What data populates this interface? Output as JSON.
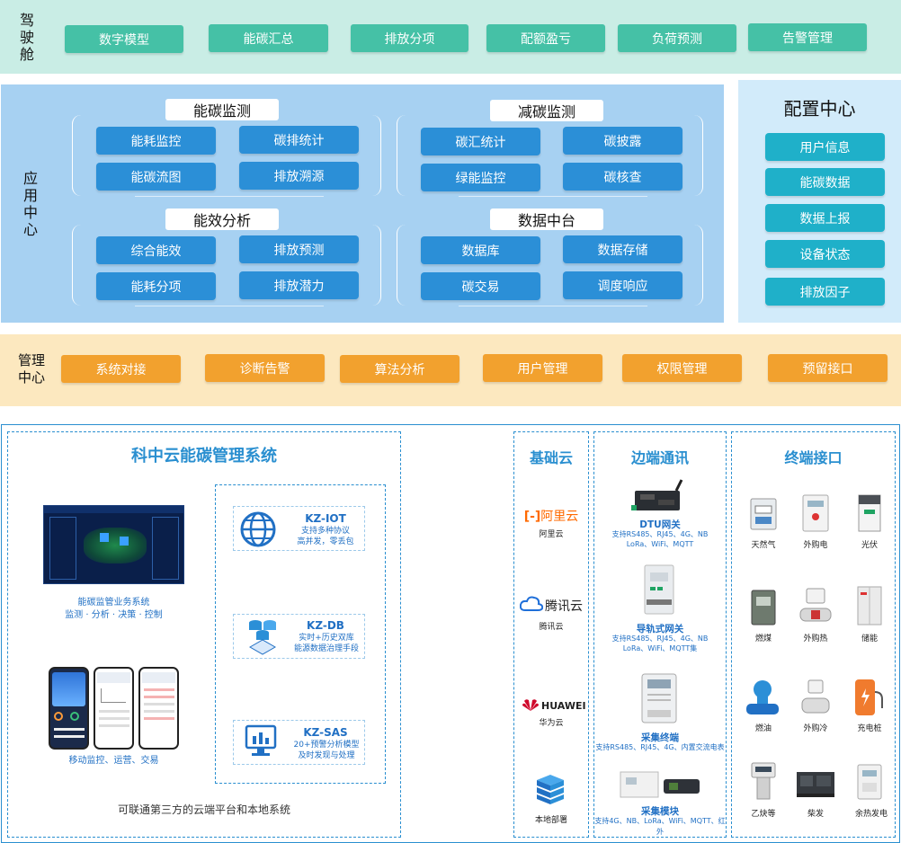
{
  "cockpit": {
    "label": "驾驶舱",
    "buttons": [
      "数字模型",
      "能碳汇总",
      "排放分项",
      "配额盈亏",
      "负荷预测",
      "告警管理"
    ]
  },
  "app": {
    "label": "应用中心",
    "groups": [
      {
        "title": "能碳监测",
        "items": [
          "能耗监控",
          "碳排统计",
          "能碳流图",
          "排放溯源"
        ]
      },
      {
        "title": "减碳监测",
        "items": [
          "碳汇统计",
          "碳披露",
          "绿能监控",
          "碳核查"
        ]
      },
      {
        "title": "能效分析",
        "items": [
          "综合能效",
          "排放预测",
          "能耗分项",
          "排放潜力"
        ]
      },
      {
        "title": "数据中台",
        "items": [
          "数据库",
          "数据存储",
          "碳交易",
          "调度响应"
        ]
      }
    ]
  },
  "config": {
    "title": "配置中心",
    "items": [
      "用户信息",
      "能碳数据",
      "数据上报",
      "设备状态",
      "排放因子"
    ]
  },
  "mgmt": {
    "label": "管理中心",
    "buttons": [
      "系统对接",
      "诊断告警",
      "算法分析",
      "用户管理",
      "权限管理",
      "预留接口"
    ]
  },
  "platform": {
    "title": "科中云能碳管理系统",
    "dashboard_caption1": "能碳监管业务系统",
    "dashboard_caption2": "监测 · 分析 · 决策 · 控制",
    "mobile_caption": "移动监控、运营、交易",
    "footer": "可联通第三方的云端平台和本地系统",
    "modules": [
      {
        "name": "KZ-IOT",
        "l1": "支持多种协议",
        "l2": "高并发，零丢包"
      },
      {
        "name": "KZ-DB",
        "l1": "实时+历史双库",
        "l2": "能源数据治理手段"
      },
      {
        "name": "KZ-SAS",
        "l1": "20+预警分析模型",
        "l2": "及时发现与处理"
      }
    ]
  },
  "cloud": {
    "title": "基础云",
    "items": [
      {
        "logo": "阿里云",
        "name": "阿里云"
      },
      {
        "logo": "腾讯云",
        "name": "腾讯云"
      },
      {
        "logo": "HUAWEI",
        "name": "华为云"
      },
      {
        "logo": "",
        "name": "本地部署"
      }
    ]
  },
  "edge": {
    "title": "边端通讯",
    "items": [
      {
        "name": "DTU网关",
        "d1": "支持RS485、RJ45、4G、NB",
        "d2": "LoRa、WiFi、MQTT"
      },
      {
        "name": "导轨式网关",
        "d1": "支持RS485、RJ45、4G、NB",
        "d2": "LoRa、WiFi、MQTT集"
      },
      {
        "name": "采集终端",
        "d1": "支持RS485、RJ45、4G、内置交流电表",
        "d2": ""
      },
      {
        "name": "采集模块",
        "d1": "支持4G、NB、LoRa、WiFi、MQTT、红外",
        "d2": ""
      }
    ]
  },
  "terminal": {
    "title": "终端接口",
    "items": [
      "天然气",
      "外购电",
      "光伏",
      "燃煤",
      "外购热",
      "储能",
      "燃油",
      "外购冷",
      "充电桩",
      "乙炔等",
      "柴发",
      "余热发电"
    ]
  },
  "colors": {
    "cockpit_bg": "#c9ede5",
    "app_bg": "#a7d1f2",
    "config_bg": "#d2ebfa",
    "mgmt_bg": "#fce8bf",
    "teal": "#45c1a6",
    "blue": "#2b8fd7",
    "cyan": "#1fb0c9",
    "orange": "#f2a12e",
    "accent": "#2a8fd0"
  }
}
